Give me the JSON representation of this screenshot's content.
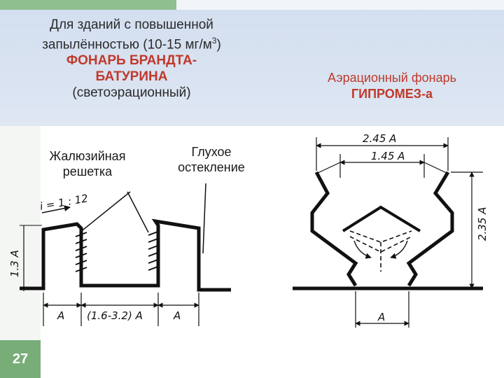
{
  "page_number": "27",
  "left_title": {
    "line1": "Для зданий с повышенной",
    "line2_a": "запылённостью (10-15 мг/м",
    "line2_sup": "3",
    "line2_b": ")",
    "line3": "ФОНАРЬ БРАНДТА-",
    "line4": "БАТУРИНА",
    "line5": "(светоэрационный)"
  },
  "right_title": {
    "line1": "Аэрационный фонарь",
    "line2": "ГИПРОМЕЗ-а"
  },
  "left_diagram": {
    "label_louver_1": "Жалюзийная",
    "label_louver_2": "решетка",
    "label_glazing_1": "Глухое",
    "label_glazing_2": "остекление",
    "slope": "i = 1 : 12",
    "height": "1.3 A",
    "dim_left": "A",
    "dim_center": "(1.6-3.2) A",
    "dim_right": "A"
  },
  "right_diagram": {
    "dim_top_outer": "2.45 A",
    "dim_top_inner": "1.45 A",
    "dim_height": "2.35 A",
    "dim_bottom": "A"
  },
  "colors": {
    "header_bg": "#d6e1f1",
    "accent_red": "#c0392b",
    "page_badge": "#78ad78"
  }
}
